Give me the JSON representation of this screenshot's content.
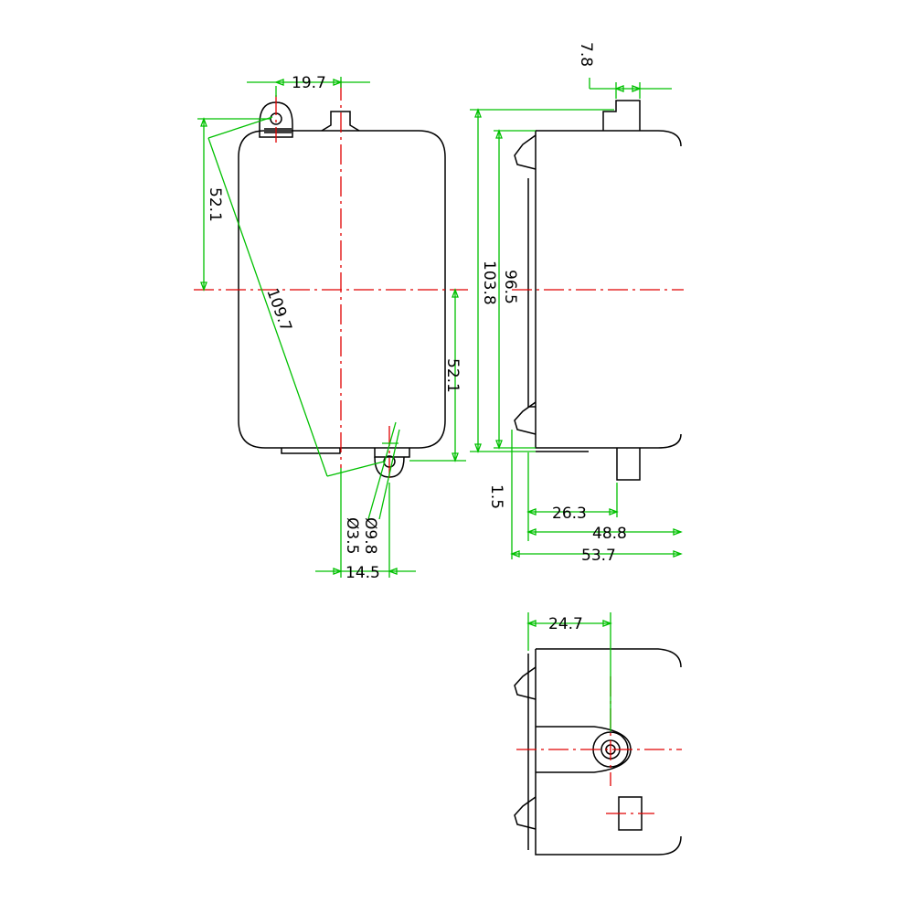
{
  "colors": {
    "outline": "#000000",
    "dimension": "#00c000",
    "centerline": "#e00000"
  },
  "dimensions": {
    "top_lug_offset": "19.7",
    "upper_half_height": "52.1",
    "diagonal": "109.7",
    "lower_half_height": "52.1",
    "hole_outer_dia": "Ø9.8",
    "hole_inner_dia": "Ø3.5",
    "bottom_lug_offset": "14.5",
    "side_nub_width": "7.8",
    "overall_height": "103.8",
    "body_height": "96.5",
    "side_gap": "1.5",
    "side_post_offset": "26.3",
    "body_depth": "48.8",
    "overall_depth": "53.7",
    "bottom_view_offset": "24.7"
  }
}
